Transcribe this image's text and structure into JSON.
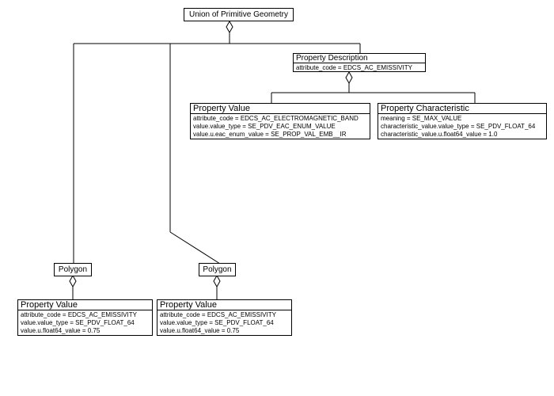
{
  "colors": {
    "background": "#ffffff",
    "line": "#000000",
    "text": "#000000"
  },
  "boxes": {
    "union": {
      "title": "Union of Primitive Geometry"
    },
    "property_description": {
      "title": "Property Description",
      "attributes": [
        "attribute_code = EDCS_AC_EMISSIVITY"
      ]
    },
    "property_value_band": {
      "title": "Property Value",
      "attributes": [
        "attribute_code = EDCS_AC_ELECTROMAGNETIC_BAND",
        "value.value_type = SE_PDV_EAC_ENUM_VALUE",
        "value.u.eac_enum_value = SE_PROP_VAL_EMB__IR"
      ]
    },
    "property_characteristic": {
      "title": "Property Characteristic",
      "attributes": [
        "meaning = SE_MAX_VALUE",
        "characteristic_value.value_type = SE_PDV_FLOAT_64",
        "characteristic_value.u.float64_value = 1.0"
      ]
    },
    "polygon_left": {
      "title": "Polygon"
    },
    "polygon_middle": {
      "title": "Polygon"
    },
    "property_value_left": {
      "title": "Property Value",
      "attributes": [
        "attribute_code = EDCS_AC_EMISSIVITY",
        "value.value_type = SE_PDV_FLOAT_64",
        "value.u.float64_value = 0.75"
      ]
    },
    "property_value_middle": {
      "title": "Property Value",
      "attributes": [
        "attribute_code = EDCS_AC_EMISSIVITY",
        "value.value_type = SE_PDV_FLOAT_64",
        "value.u.float64_value = 0.75"
      ]
    }
  }
}
